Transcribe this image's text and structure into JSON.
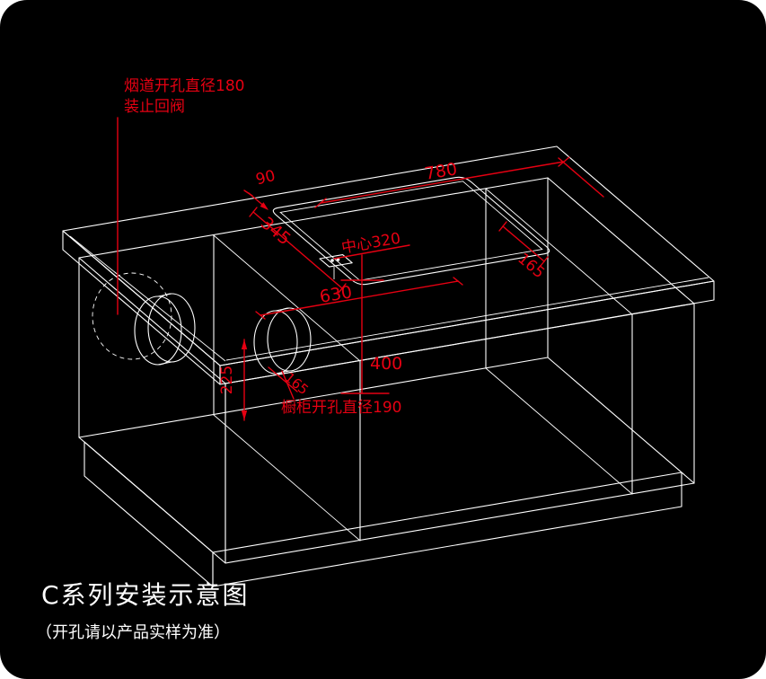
{
  "colors": {
    "page": "#ffffff",
    "background": "#000000",
    "line": "#ffffff",
    "dimension": "#e60012"
  },
  "notes": {
    "duct_hole_line1": "烟道开孔直径180",
    "duct_hole_line2": "装止回阀",
    "cabinet_hole": "橱柜开孔直径190"
  },
  "dimensions": {
    "back_clearance": "90",
    "counter_span": "780",
    "cutout_depth": "345",
    "center_line": "中心320",
    "right_clearance": "165",
    "cutout_width": "630",
    "center_drop": "400",
    "divider_height": "225",
    "divider_offset": "165"
  },
  "footer": {
    "title": "C系列安装示意图",
    "subtitle": "（开孔请以产品实样为准）"
  }
}
